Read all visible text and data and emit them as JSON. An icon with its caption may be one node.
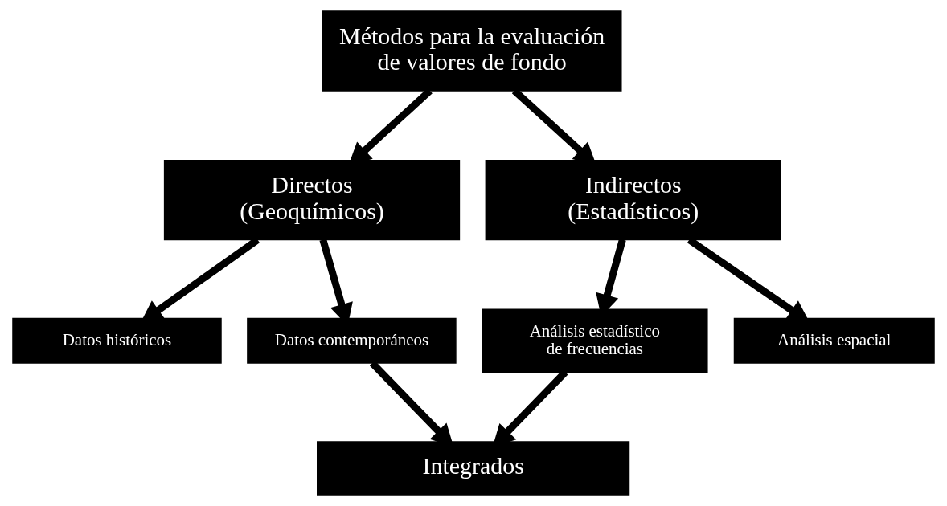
{
  "diagram": {
    "nodes": [
      {
        "text": [
          "Métodos para la evaluación de valores de fondo"
        ]
      },
      {
        "text": [
          "Directos (Geoquímicos)"
        ]
      },
      {
        "text": [
          "Indirectos (Estadísticos)"
        ]
      },
      {
        "text": [
          "Datos históricos"
        ]
      },
      {
        "text": [
          "Datos contemporáneos"
        ]
      },
      {
        "text": [
          "Análisis estadístico de frecuencias"
        ]
      },
      {
        "text": [
          "Análisis espacial"
        ]
      },
      {
        "text": [
          "Integrados"
        ]
      }
    ],
    "edges": [
      {
        "from": 0,
        "to": 1,
        "arrow": "to"
      },
      {
        "from": 0,
        "to": 2,
        "arrow": "to"
      },
      {
        "from": 1,
        "to": 3,
        "arrow": "to"
      },
      {
        "from": 1,
        "to": 4,
        "arrow": "to"
      },
      {
        "from": 2,
        "to": 5,
        "arrow": "to"
      },
      {
        "from": 2,
        "to": 6,
        "arrow": "to"
      },
      {
        "from": 4,
        "to": 7,
        "arrow": "to"
      },
      {
        "from": 5,
        "to": 7,
        "arrow": "to"
      }
    ]
  }
}
